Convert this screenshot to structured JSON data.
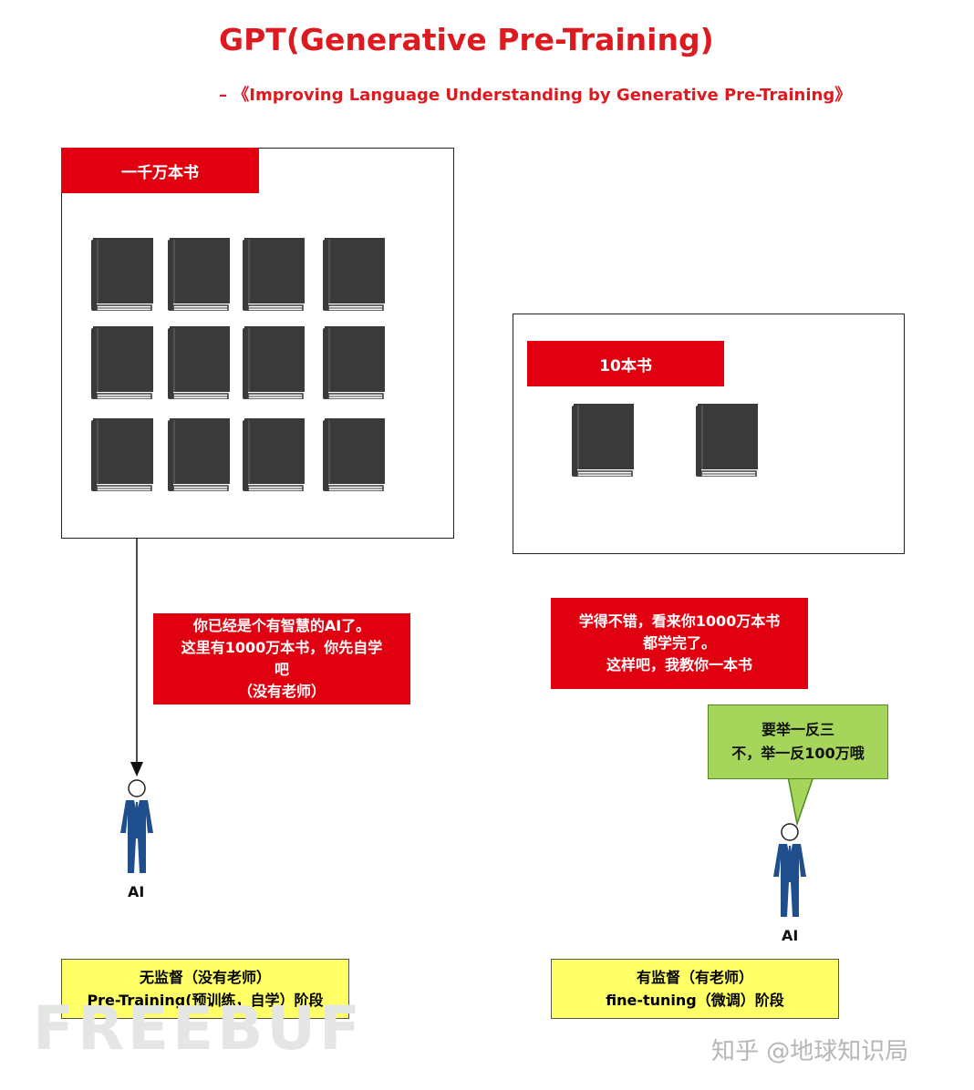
{
  "title": "GPT(Generative Pre-Training)",
  "subtitle": "– 《Improving Language Understanding by Generative Pre-Training》",
  "left_panel": {
    "label": "一千万本书",
    "book_count": 12
  },
  "right_panel": {
    "label": "10本书",
    "book_count": 2
  },
  "left_bubble": {
    "lines": [
      "你已经是个有智慧的AI了。",
      "这里有1000万本书，你先自学",
      "吧",
      "（没有老师）"
    ]
  },
  "right_bubble": {
    "lines": [
      "学得不错，看来你1000万本书",
      "都学完了。",
      "这样吧，我教你一本书"
    ]
  },
  "green_bubble": {
    "lines": [
      "要举一反三",
      "不，举一反100万哦"
    ]
  },
  "left_person_label": "AI",
  "right_person_label": "AI",
  "left_stage": {
    "lines": [
      "无监督（没有老师）",
      "Pre-Training(预训练，自学）阶段"
    ]
  },
  "right_stage": {
    "lines": [
      "有监督（有老师）",
      "fine-tuning（微调）阶段"
    ]
  },
  "watermark_left": "FREEBUF",
  "watermark_right": "知乎 @地球知识局",
  "colors": {
    "red": "#e00010",
    "title_red": "#dc1a1f",
    "book": "#3a3a3a",
    "person_blue": "#1f4e8c",
    "green": "#a6d55c",
    "yellow": "#ffff66"
  }
}
